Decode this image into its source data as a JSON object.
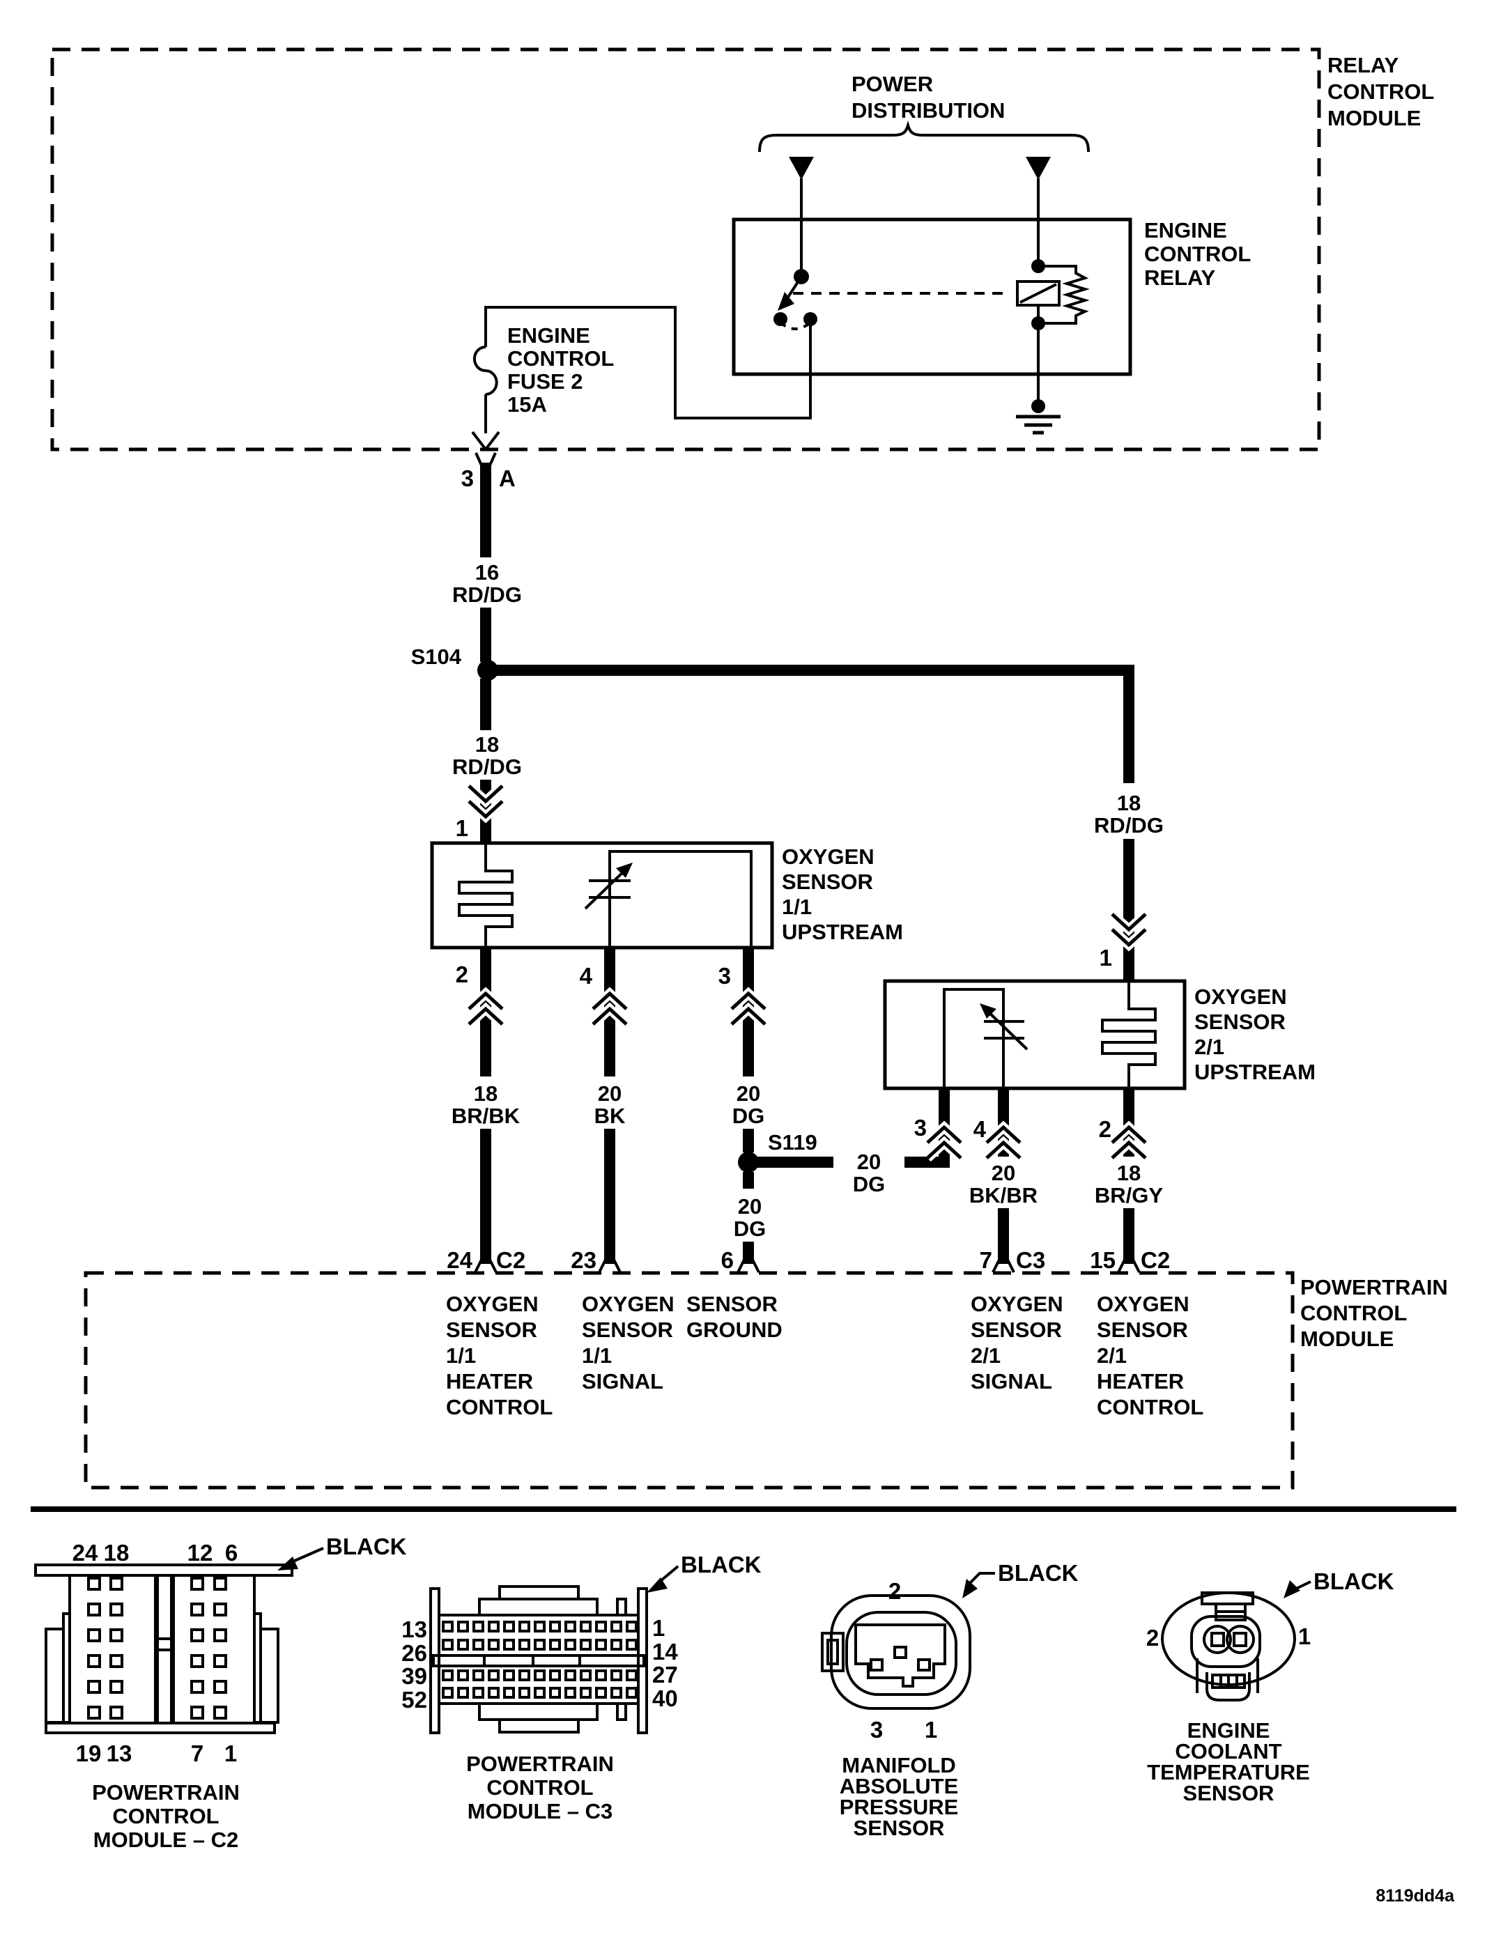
{
  "page": {
    "background": "#ffffff",
    "ink": "#000000",
    "diagram_code": "8119dd4a"
  },
  "relay_module": {
    "label_lines": [
      "RELAY",
      "CONTROL",
      "MODULE"
    ]
  },
  "power_distribution": {
    "label_lines": [
      "POWER",
      "DISTRIBUTION"
    ]
  },
  "engine_control_relay": {
    "label_lines": [
      "ENGINE",
      "CONTROL",
      "RELAY"
    ]
  },
  "fuse": {
    "label_lines": [
      "ENGINE",
      "CONTROL",
      "FUSE 2",
      "15A"
    ],
    "pin": "3",
    "pin_letter": "A"
  },
  "splices": {
    "s104": "S104",
    "s119": "S119"
  },
  "wires": {
    "w16_rddg": [
      "16",
      "RD/DG"
    ],
    "w18_rddg_left": [
      "18",
      "RD/DG"
    ],
    "w18_rddg_right": [
      "18",
      "RD/DG"
    ],
    "w18_brbk": [
      "18",
      "BR/BK"
    ],
    "w20_bk": [
      "20",
      "BK"
    ],
    "w20_dg_branch": [
      "20",
      "DG"
    ],
    "w20_dg_lower": [
      "20",
      "DG"
    ],
    "w20_bkbr": [
      "20",
      "BK/BR"
    ],
    "w18_brgy": [
      "18",
      "BR/GY"
    ]
  },
  "o2_sensor_11": {
    "pin_in": "1",
    "label_lines": [
      "OXYGEN",
      "SENSOR",
      "1/1",
      "UPSTREAM"
    ],
    "pins": [
      "2",
      "4",
      "3"
    ]
  },
  "o2_sensor_21": {
    "pin_in": "1",
    "label_lines": [
      "OXYGEN",
      "SENSOR",
      "2/1",
      "UPSTREAM"
    ],
    "pins": [
      "3",
      "4",
      "2"
    ]
  },
  "pcm": {
    "label_lines": [
      "POWERTRAIN",
      "CONTROL",
      "MODULE"
    ],
    "pins": [
      {
        "num": "24",
        "conn": "C2"
      },
      {
        "num": "23",
        "conn": ""
      },
      {
        "num": "6",
        "conn": ""
      },
      {
        "num": "7",
        "conn": "C3"
      },
      {
        "num": "15",
        "conn": "C2"
      }
    ],
    "functions": [
      [
        "OXYGEN",
        "SENSOR",
        "1/1",
        "HEATER",
        "CONTROL"
      ],
      [
        "OXYGEN",
        "SENSOR",
        "1/1",
        "SIGNAL"
      ],
      [
        "SENSOR",
        "GROUND"
      ],
      [
        "OXYGEN",
        "SENSOR",
        "2/1",
        "SIGNAL"
      ],
      [
        "OXYGEN",
        "SENSOR",
        "2/1",
        "HEATER",
        "CONTROL"
      ]
    ]
  },
  "connectors": {
    "pcm_c2": {
      "color": "BLACK",
      "top_numbers": [
        "24",
        "18",
        "12",
        "6"
      ],
      "bottom_numbers": [
        "19",
        "13",
        "7",
        "1"
      ],
      "caption_lines": [
        "POWERTRAIN",
        "CONTROL",
        "MODULE – C2"
      ]
    },
    "pcm_c3": {
      "color": "BLACK",
      "left_numbers": [
        "13",
        "26",
        "39",
        "52"
      ],
      "right_numbers": [
        "1",
        "14",
        "27",
        "40"
      ],
      "caption_lines": [
        "POWERTRAIN",
        "CONTROL",
        "MODULE – C3"
      ]
    },
    "map_sensor": {
      "color": "BLACK",
      "top_number": "2",
      "bottom_numbers": [
        "3",
        "1"
      ],
      "caption_lines": [
        "MANIFOLD",
        "ABSOLUTE",
        "PRESSURE",
        "SENSOR"
      ]
    },
    "ect_sensor": {
      "color": "BLACK",
      "left_number": "2",
      "right_number": "1",
      "caption_lines": [
        "ENGINE",
        "COOLANT",
        "TEMPERATURE",
        "SENSOR"
      ]
    }
  }
}
